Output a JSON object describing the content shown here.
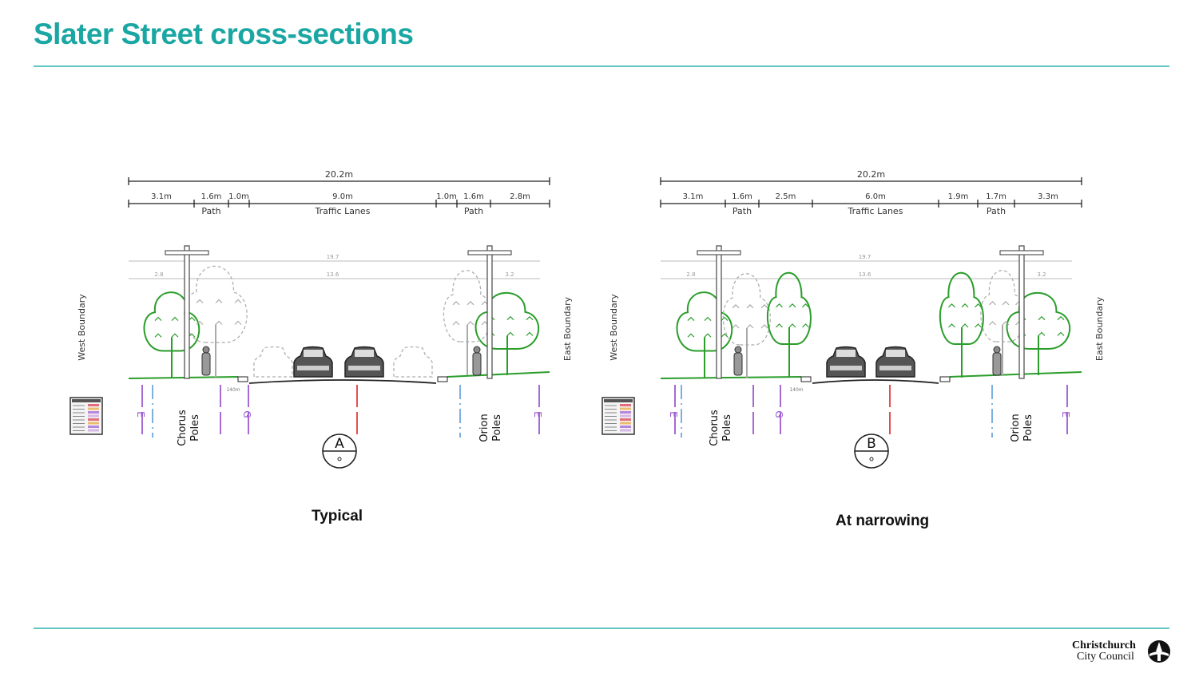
{
  "title": "Slater Street cross-sections",
  "sections": [
    {
      "caption": "Typical",
      "marker": "A",
      "total_width": "20.2m",
      "segments": [
        "3.1m",
        "1.6m",
        "1.0m",
        "9.0m",
        "1.0m",
        "1.6m",
        "2.8m"
      ],
      "zone_labels": [
        "Path",
        "Traffic Lanes",
        "Path"
      ],
      "inner_dims": [
        "19.7",
        "2.8",
        "13.6",
        "3.2"
      ],
      "west_label": "West Boundary",
      "east_label": "East Boundary",
      "poles_left": "Chorus Poles",
      "poles_right": "Orion Poles",
      "kerb_note": "140m",
      "service_tags": [
        "E",
        "G",
        "E"
      ]
    },
    {
      "caption": "At narrowing",
      "marker": "B",
      "total_width": "20.2m",
      "segments": [
        "3.1m",
        "1.6m",
        "2.5m",
        "6.0m",
        "1.9m",
        "1.7m",
        "3.3m"
      ],
      "zone_labels": [
        "Path",
        "Traffic Lanes",
        "Path"
      ],
      "inner_dims": [
        "19.7",
        "2.8",
        "13.6",
        "3.2"
      ],
      "west_label": "West Boundary",
      "east_label": "East Boundary",
      "poles_left": "Chorus Poles",
      "poles_right": "Orion Poles",
      "kerb_note": "140m",
      "service_tags": [
        "E",
        "G",
        "E"
      ]
    }
  ],
  "logo": {
    "line1": "Christchurch",
    "line2": "City Council"
  },
  "colors": {
    "title": "#1aa7a3",
    "rule": "#64c6c2",
    "tree": "#2a9d2a",
    "ground": "#2a9d2a",
    "electric": "#9b59d0",
    "water": "#6fa8dc",
    "gas": "#9b59d0",
    "stormwater": "#e03c3c"
  }
}
